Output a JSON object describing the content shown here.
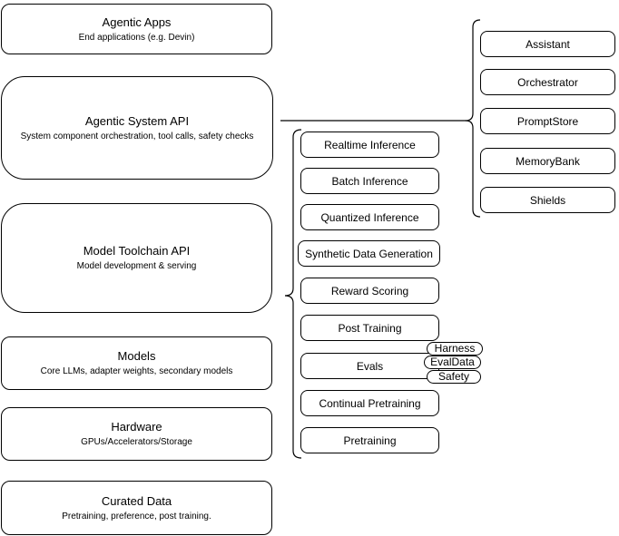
{
  "diagram": {
    "stack": [
      {
        "title": "Agentic Apps",
        "subtitle": "End applications (e.g. Devin)"
      },
      {
        "title": "Agentic System API",
        "subtitle": "System component orchestration, tool calls, safety checks"
      },
      {
        "title": "Model Toolchain API",
        "subtitle": "Model development & serving"
      },
      {
        "title": "Models",
        "subtitle": "Core LLMs, adapter weights, secondary models"
      },
      {
        "title": "Hardware",
        "subtitle": "GPUs/Accelerators/Storage"
      },
      {
        "title": "Curated Data",
        "subtitle": "Pretraining, preference, post training."
      }
    ],
    "toolchain_apis": [
      "Realtime Inference",
      "Batch Inference",
      "Quantized Inference",
      "Synthetic Data Generation",
      "Reward Scoring",
      "Post Training",
      "Evals",
      "Continual Pretraining",
      "Pretraining"
    ],
    "eval_pills": [
      "Harness",
      "EvalData",
      "Safety"
    ],
    "system_components": [
      "Assistant",
      "Orchestrator",
      "PromptStore",
      "MemoryBank",
      "Shields"
    ],
    "colors": {
      "stroke": "#000000",
      "background": "#ffffff",
      "text": "#000000"
    }
  }
}
